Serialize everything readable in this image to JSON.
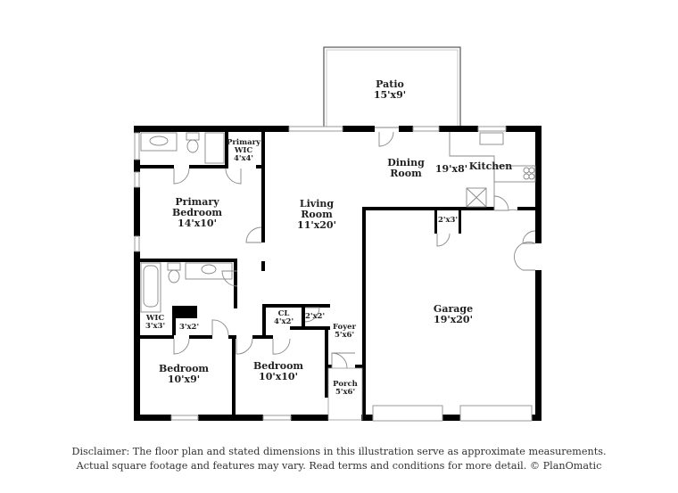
{
  "floor_plan": {
    "rooms": [
      {
        "id": "patio",
        "name": "Patio",
        "dims": "15'x9'"
      },
      {
        "id": "primary-wic",
        "name": "Primary WIC",
        "line1": "Primary",
        "line2": "WIC",
        "dims": "4'x4'"
      },
      {
        "id": "primary-bedroom",
        "name": "Primary Bedroom",
        "line1": "Primary",
        "line2": "Bedroom",
        "dims": "14'x10'"
      },
      {
        "id": "living-room",
        "name": "Living Room",
        "line1": "Living",
        "line2": "Room",
        "dims": "11'x20'"
      },
      {
        "id": "dining-room",
        "name": "Dining Room",
        "line1": "Dining",
        "line2": "Room"
      },
      {
        "id": "kitchen",
        "name": "Kitchen",
        "dims": "19'x8'"
      },
      {
        "id": "pantry",
        "dims": "2'x3'"
      },
      {
        "id": "garage",
        "name": "Garage",
        "dims": "19'x20'"
      },
      {
        "id": "wic",
        "name": "WIC",
        "dims": "3'x3'"
      },
      {
        "id": "linen",
        "dims": "3'x2'"
      },
      {
        "id": "closet",
        "name": "CL",
        "dims": "4'x2'"
      },
      {
        "id": "small-closet",
        "dims": "2'x2'"
      },
      {
        "id": "foyer",
        "name": "Foyer",
        "dims": "5'x6'"
      },
      {
        "id": "bedroom-2",
        "name": "Bedroom",
        "dims": "10'x9'"
      },
      {
        "id": "bedroom-3",
        "name": "Bedroom",
        "dims": "10'x10'"
      },
      {
        "id": "porch",
        "name": "Porch",
        "dims": "5'x6'"
      }
    ],
    "colors": {
      "wall": "#000000",
      "fixture": "#888888",
      "background": "#ffffff",
      "text": "#222222"
    }
  },
  "disclaimer": {
    "line1": "Disclaimer: The floor plan and stated dimensions in this illustration serve as approximate measurements.",
    "line2": "Actual square footage and features may vary. Read terms and conditions for more detail. © PlanOmatic"
  }
}
